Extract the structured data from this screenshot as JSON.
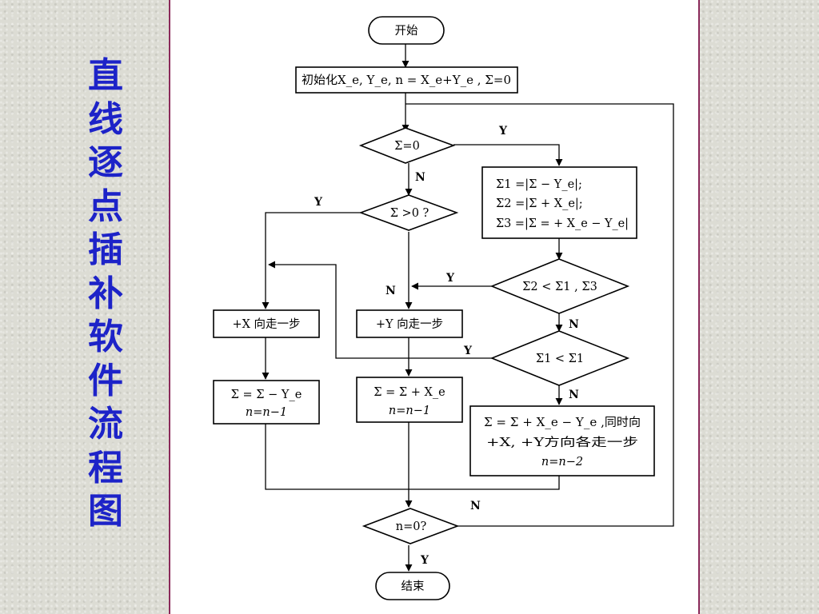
{
  "title_chars": [
    "直",
    "线",
    "逐",
    "点",
    "插",
    "补",
    "软",
    "件",
    "流",
    "程",
    "图"
  ],
  "flowchart": {
    "start": "开始",
    "init": "初始化X_e, Y_e, n = X_e+Y_e , Σ=0",
    "d_sigma_zero": "Σ=0",
    "calc_lines": [
      "Σ1 =|Σ − Y_e|;",
      "Σ2 =|Σ + X_e|;",
      "Σ3 =|Σ = + X_e − Y_e|"
    ],
    "d_sigma_positive": "Σ >0 ?",
    "d_s2_lt": "Σ2 < Σ1 , Σ3",
    "d_s1_lt": "Σ1 < Σ1",
    "step_x": "+X 向走一步",
    "step_y": "+Y 向走一步",
    "upd_x_lines": [
      "Σ = Σ − Y_e",
      "n=n−1"
    ],
    "upd_y_lines": [
      "Σ = Σ + X_e",
      "n=n−1"
    ],
    "upd_xy_lines": [
      "Σ = Σ + X_e − Y_e ,同时向",
      "+X, +Y方向各走一步",
      "n=n−2"
    ],
    "d_n_zero": "n=0?",
    "end": "结束",
    "yes": "Y",
    "no": "N"
  }
}
